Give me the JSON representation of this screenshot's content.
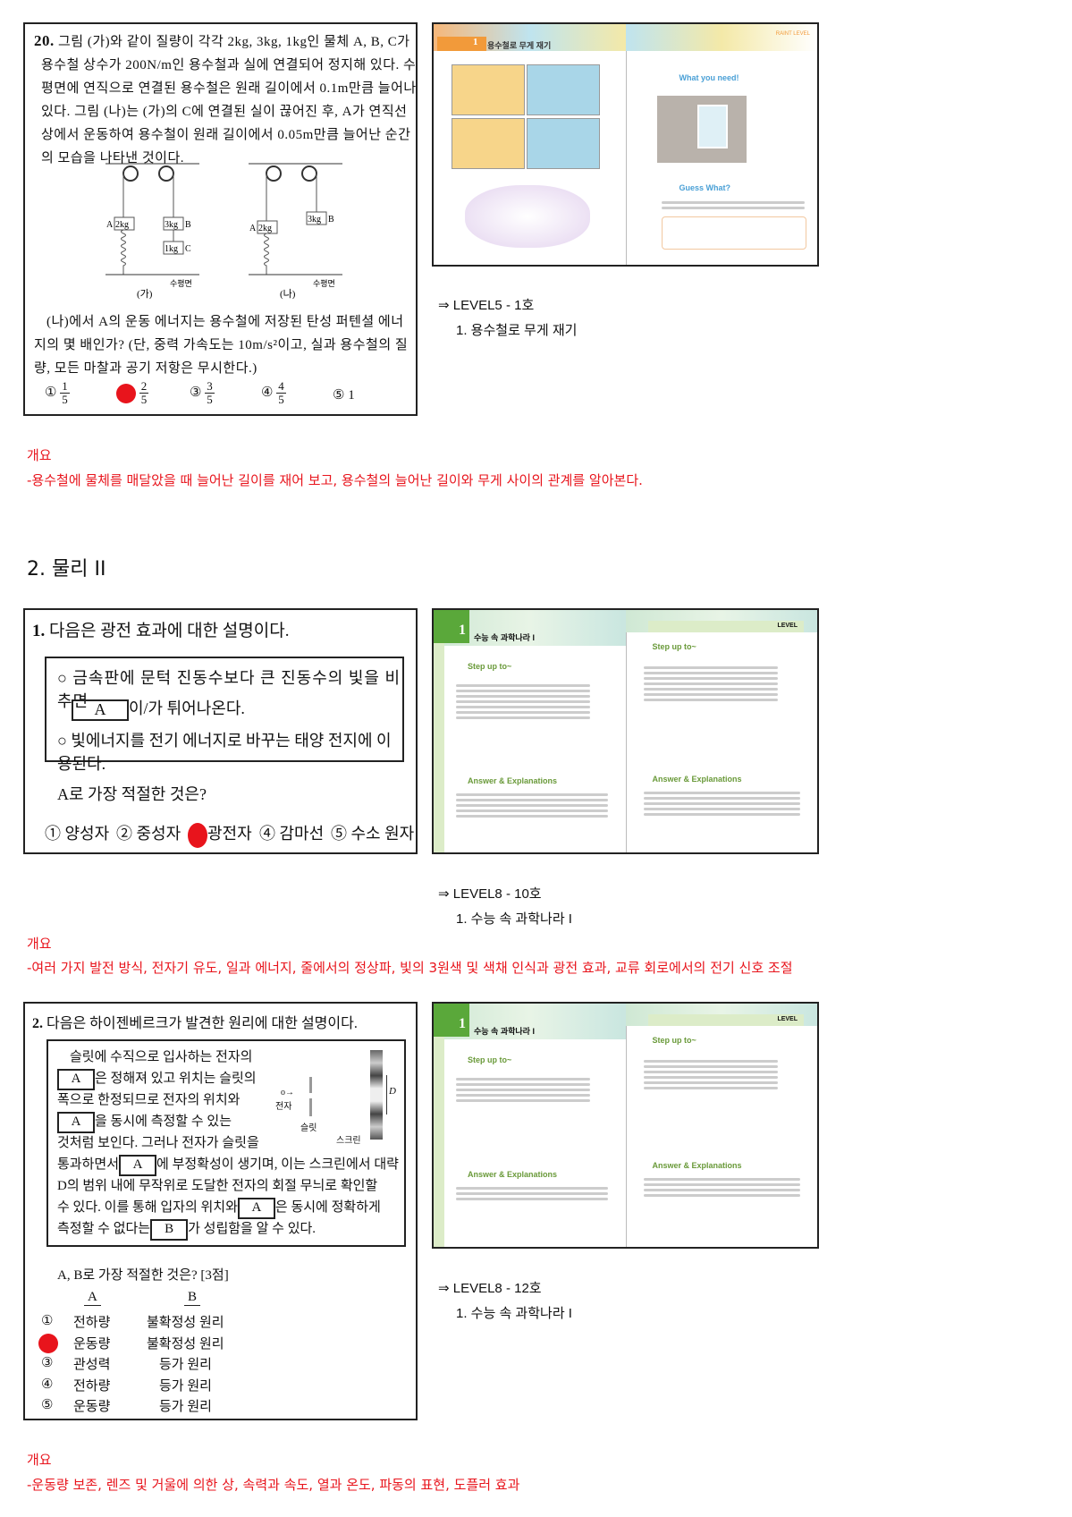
{
  "q20": {
    "number": "20.",
    "text": "그림 (가)와 같이 질량이 각각 2kg, 3kg, 1kg인 물체 A, B, C가 용수철 상수가 200N/m인 용수철과 실에 연결되어 정지해 있다. 수평면에 연직으로 연결된 용수철은 원래 길이에서 0.1m만큼 늘어나 있다. 그림 (나)는 (가)의 C에 연결된 실이 끊어진 후, A가 연직선상에서 운동하여 용수철이 원래 길이에서 0.05m만큼 늘어난 순간의 모습을 나타낸 것이다.",
    "fig_ga": {
      "label": "(가)",
      "floor": "수평면",
      "A": "A",
      "A_mass": "2kg",
      "B": "B",
      "B_mass": "3kg",
      "C": "C",
      "C_mass": "1kg"
    },
    "fig_na": {
      "label": "(나)",
      "floor": "수평면",
      "A": "A",
      "A_mass": "2kg",
      "B": "B",
      "B_mass": "3kg"
    },
    "question": "(나)에서 A의 운동 에너지는 용수철에 저장된 탄성 퍼텐셜 에너지의 몇 배인가? (단, 중력 가속도는 10m/s²이고, 실과 용수철의 질량, 모든 마찰과 공기 저항은 무시한다.)",
    "options": [
      {
        "mark": "①",
        "num": "1",
        "den": "5"
      },
      {
        "mark": "②",
        "num": "2",
        "den": "5",
        "selected": true
      },
      {
        "mark": "③",
        "num": "3",
        "den": "5"
      },
      {
        "mark": "④",
        "num": "4",
        "den": "5"
      },
      {
        "mark": "⑤",
        "value": "1"
      }
    ]
  },
  "ref1": {
    "level": "⇒ LEVEL5 - 1호",
    "title": "1. 용수철로 무게 재기"
  },
  "thumb1": {
    "chapter": "1",
    "title": "용수철로 무게 재기",
    "need": "What you need!",
    "guess": "Guess What?",
    "level": "RAINT LEVEL"
  },
  "summary1": {
    "heading": "개요",
    "text": "-용수철에 물체를 매달았을 때 늘어난 길이를 재어 보고, 용수철의 늘어난 길이와 무게 사이의 관계를 알아본다."
  },
  "section": {
    "title": "2. 물리 II"
  },
  "q1": {
    "number": "1.",
    "text": "다음은 광전 효과에 대한 설명이다.",
    "box_line1": "○ 금속판에 문턱 진동수보다 큰 진동수의 빛을 비추면",
    "blank": "A",
    "box_line2": "이/가 튀어나온다.",
    "box_line3": "○ 빛에너지를 전기 에너지로 바꾸는 태양 전지에 이용된다.",
    "question": "A로 가장 적절한 것은?",
    "options": [
      {
        "mark": "①",
        "label": "양성자"
      },
      {
        "mark": "②",
        "label": "중성자"
      },
      {
        "mark": "③",
        "label": "광전자",
        "selected": true
      },
      {
        "mark": "④",
        "label": "감마선"
      },
      {
        "mark": "⑤",
        "label": "수소 원자"
      }
    ]
  },
  "thumb2": {
    "chapter": "1",
    "title": "수능 속 과학나라 I",
    "step": "Step up to~",
    "answer": "Answer & Explanations",
    "level": "LEVEL"
  },
  "ref2": {
    "level": "⇒ LEVEL8 - 10호",
    "title": "1. 수능 속 과학나라 I"
  },
  "summary2": {
    "heading": "개요",
    "text": "-여러 가지 발전 방식, 전자기 유도, 일과 에너지, 줄에서의 정상파, 빛의 3원색 및 색채 인식과 광전 효과, 교류 회로에서의 전기 신호 조절"
  },
  "q2": {
    "number": "2.",
    "text": "다음은 하이젠베르크가 발견한 원리에 대한 설명이다.",
    "l1": "슬릿에 수직으로 입사하는 전자의",
    "l2": "은 정해져 있고 위치는 슬릿의",
    "l3": "폭으로 한정되므로 전자의 위치와",
    "l4": "을 동시에 측정할 수 있는",
    "l5": "것처럼 보인다. 그러나 전자가 슬릿을",
    "l6a": "통과하면서",
    "l6b": "에 부정확성이 생기며, 이는 스크린에서 대략",
    "l7": "D의 범위 내에 무작위로 도달한 전자의 회절 무늬로 확인할",
    "l8a": "수 있다. 이를 통해 입자의 위치와",
    "l8b": "은 동시에 정확하게",
    "l9a": "측정할 수 없다는",
    "l9b": "가 성립함을 알 수 있다.",
    "blank_a": "A",
    "blank_b": "B",
    "fig": {
      "electron": "전자",
      "slit": "슬릿",
      "screen": "스크린",
      "d": "D"
    },
    "question": "A, B로 가장 적절한 것은? [3점]",
    "col_a": "A",
    "col_b": "B",
    "options": [
      {
        "mark": "①",
        "a": "전하량",
        "b": "불확정성 원리"
      },
      {
        "mark": "②",
        "a": "운동량",
        "b": "불확정성 원리",
        "selected": true
      },
      {
        "mark": "③",
        "a": "관성력",
        "b": "등가 원리"
      },
      {
        "mark": "④",
        "a": "전하량",
        "b": "등가 원리"
      },
      {
        "mark": "⑤",
        "a": "운동량",
        "b": "등가 원리"
      }
    ]
  },
  "thumb3": {
    "chapter": "1",
    "title": "수능 속 과학나라 I",
    "step": "Step up to~",
    "answer": "Answer & Explanations",
    "level": "LEVEL"
  },
  "ref3": {
    "level": "⇒ LEVEL8 - 12호",
    "title": "1. 수능 속 과학나라 I"
  },
  "summary3": {
    "heading": "개요",
    "text": "-운동량 보존, 렌즈 및 거울에 의한 상, 속력과 속도, 열과 온도, 파동의 표현, 도플러 효과"
  },
  "colors": {
    "accent_red": "#e8141c",
    "border": "#222222"
  }
}
